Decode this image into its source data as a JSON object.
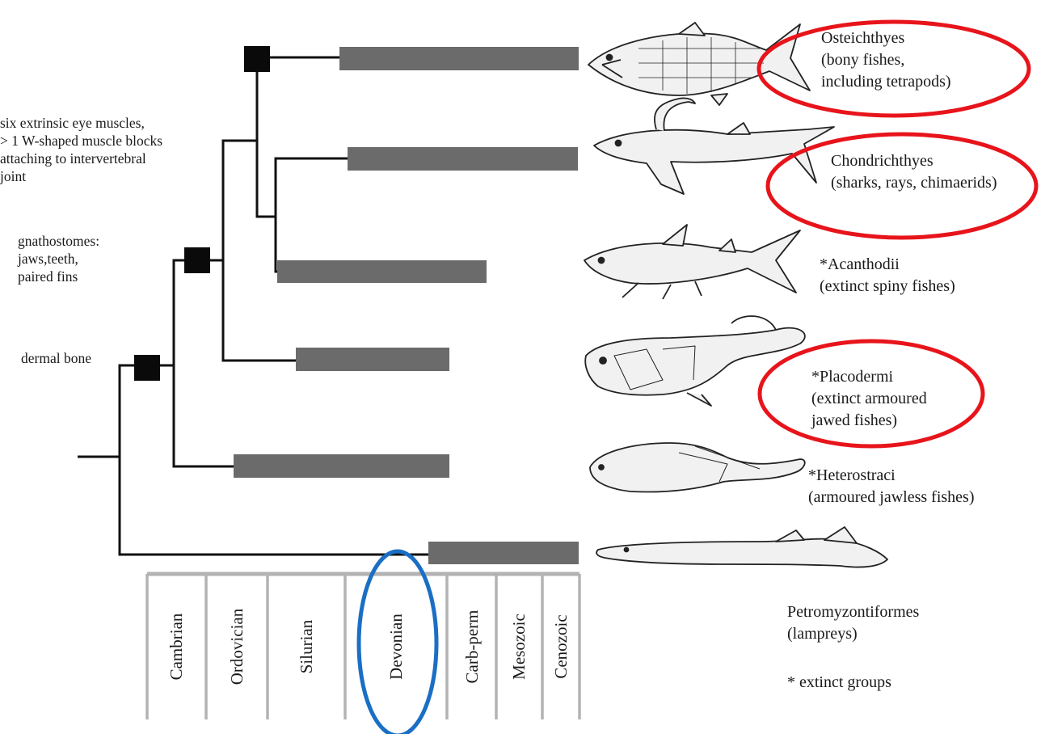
{
  "characters": {
    "eye_muscles": "six extrinsic eye muscles,\n> 1 W-shaped muscle blocks\nattaching to intervertebral\njoint",
    "gnathostomes": "gnathostomes:\njaws,teeth,\npaired fins",
    "dermal_bone": "dermal bone"
  },
  "taxa": {
    "osteichthyes": "Osteichthyes\n(bony fishes,\nincluding tetrapods)",
    "chondrichthyes": "Chondrichthyes\n(sharks, rays, chimaerids)",
    "acanthodii": "*Acanthodii\n(extinct spiny fishes)",
    "placodermi": "*Placodermi\n(extinct armoured\njawed fishes)",
    "heterostraci": "*Heterostraci\n(armoured jawless fishes)",
    "petromyzontiformes": "Petromyzontiformes\n(lampreys)"
  },
  "footnote": "* extinct groups",
  "periods": [
    "Cambrian",
    "Ordovician",
    "Silurian",
    "Devonian",
    "Carb-perm",
    "Mesozoic",
    "Cenozoic"
  ],
  "colors": {
    "bar": "#6b6b6b",
    "line": "#111111",
    "period_border": "#b3b3b3",
    "highlight_red": "#e8141b",
    "highlight_blue": "#1a6fc4"
  },
  "illustrations": [
    "bony-fish",
    "shark",
    "acanthodian",
    "placoderm",
    "heterostracan",
    "lamprey"
  ]
}
